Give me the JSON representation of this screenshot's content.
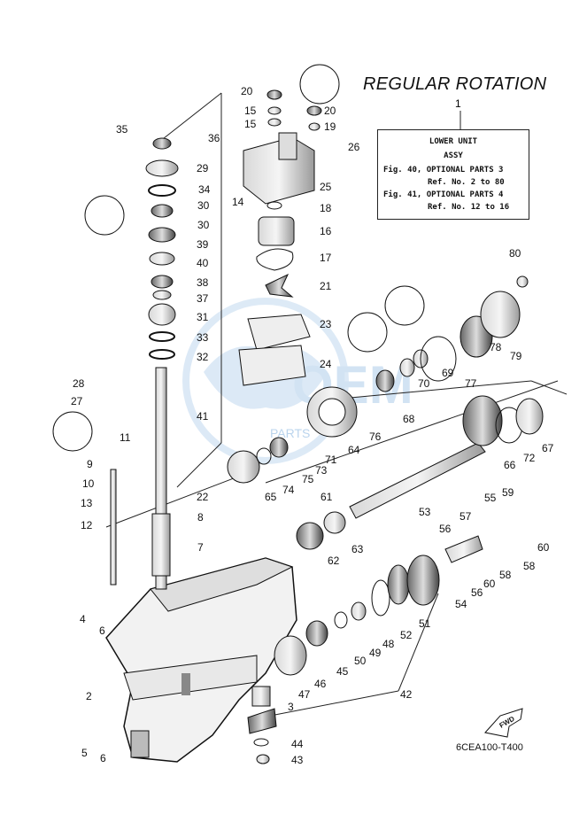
{
  "title": "REGULAR ROTATION",
  "reference_box": {
    "callout": "1",
    "line1": "LOWER UNIT",
    "line2": "ASSY",
    "line3": "Fig. 40, OPTIONAL PARTS 3",
    "line4": "Ref. No. 2 to 80",
    "line5": "Fig. 41, OPTIONAL PARTS 4",
    "line6": "Ref. No. 12 to 16"
  },
  "fwd_label": "FWD",
  "diagram_code": "6CEA100-T400",
  "watermark_text": "PARTS",
  "part_labels": [
    "20",
    "15",
    "15",
    "20",
    "19",
    "26",
    "35",
    "36",
    "29",
    "34",
    "30",
    "30",
    "39",
    "40",
    "38",
    "37",
    "31",
    "33",
    "32",
    "14",
    "25",
    "18",
    "16",
    "17",
    "21",
    "23",
    "24",
    "80",
    "79",
    "78",
    "77",
    "69",
    "70",
    "68",
    "76",
    "64",
    "71",
    "73",
    "75",
    "74",
    "65",
    "67",
    "72",
    "66",
    "41",
    "28",
    "27",
    "11",
    "9",
    "10",
    "22",
    "13",
    "12",
    "8",
    "7",
    "61",
    "53",
    "55",
    "59",
    "57",
    "56",
    "60",
    "58",
    "62",
    "63",
    "58",
    "60",
    "56",
    "54",
    "4",
    "6",
    "51",
    "52",
    "48",
    "49",
    "50",
    "45",
    "46",
    "47",
    "42",
    "2",
    "3",
    "44",
    "43",
    "5",
    "6"
  ]
}
